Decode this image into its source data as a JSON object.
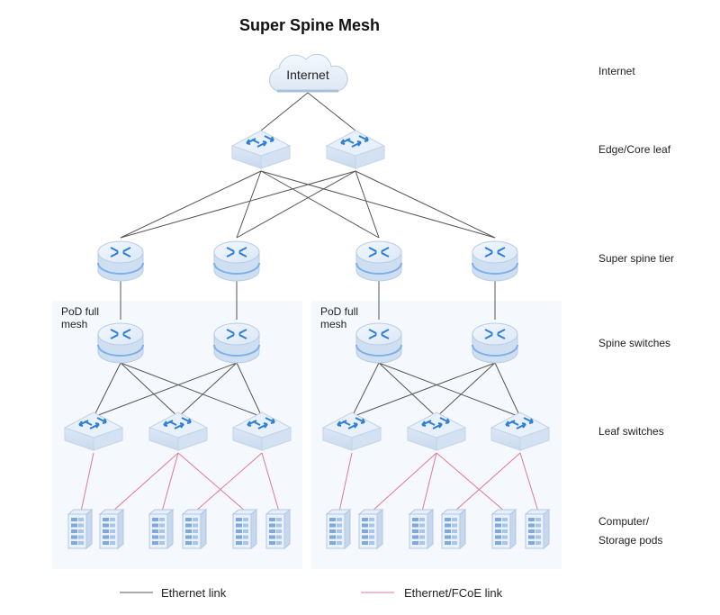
{
  "title": "Super Spine Mesh",
  "internet_label": "Internet",
  "tiers": {
    "internet": "Internet",
    "edge": "Edge/Core leaf",
    "super_spine": "Super spine tier",
    "spine": "Spine switches",
    "leaf": "Leaf switches",
    "compute_line1": "Computer/",
    "compute_line2": "Storage pods"
  },
  "pods": [
    {
      "label_line1": "PoD full",
      "label_line2": "mesh"
    },
    {
      "label_line1": "PoD full",
      "label_line2": "mesh"
    }
  ],
  "legend": {
    "ethernet": "Ethernet link",
    "fcoe": "Ethernet/FCoE link"
  },
  "colors": {
    "ethernet": "#555555",
    "fcoe": "#e07a95",
    "device_blue": "#2f7fd6",
    "device_top": "#e7f0fb",
    "pod_bg": "#f5f8fc"
  },
  "icons": {
    "cloud": "cloud-icon",
    "switch": "switch-icon",
    "router": "router-icon",
    "server": "server-icon"
  }
}
